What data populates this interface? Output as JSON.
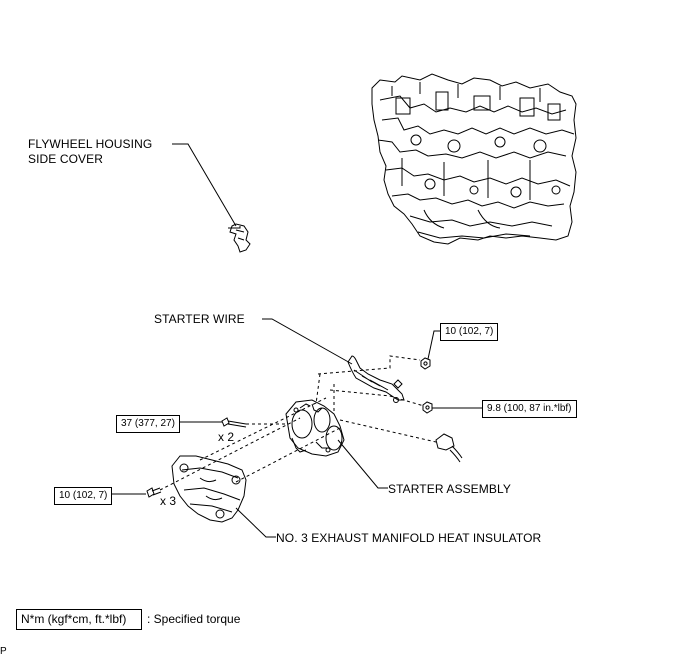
{
  "labels": {
    "flywheel_cover_line1": "FLYWHEEL HOUSING",
    "flywheel_cover_line2": "SIDE COVER",
    "starter_wire": "STARTER WIRE",
    "starter_assembly": "STARTER ASSEMBLY",
    "heat_insulator": "NO. 3 EXHAUST MANIFOLD HEAT INSULATOR"
  },
  "torques": {
    "nut_top": "10 (102, 7)",
    "nut_wire": "9.8 (100, 87 in.*lbf)",
    "starter_bolt": "37 (377, 27)",
    "insulator_bolt": "10 (102, 7)"
  },
  "quantities": {
    "starter_bolt": "x 2",
    "insulator_bolt": "x 3"
  },
  "legend": {
    "unit": "N*m (kgf*cm, ft.*lbf)",
    "description": ": Specified torque"
  },
  "corner_mark": "P"
}
